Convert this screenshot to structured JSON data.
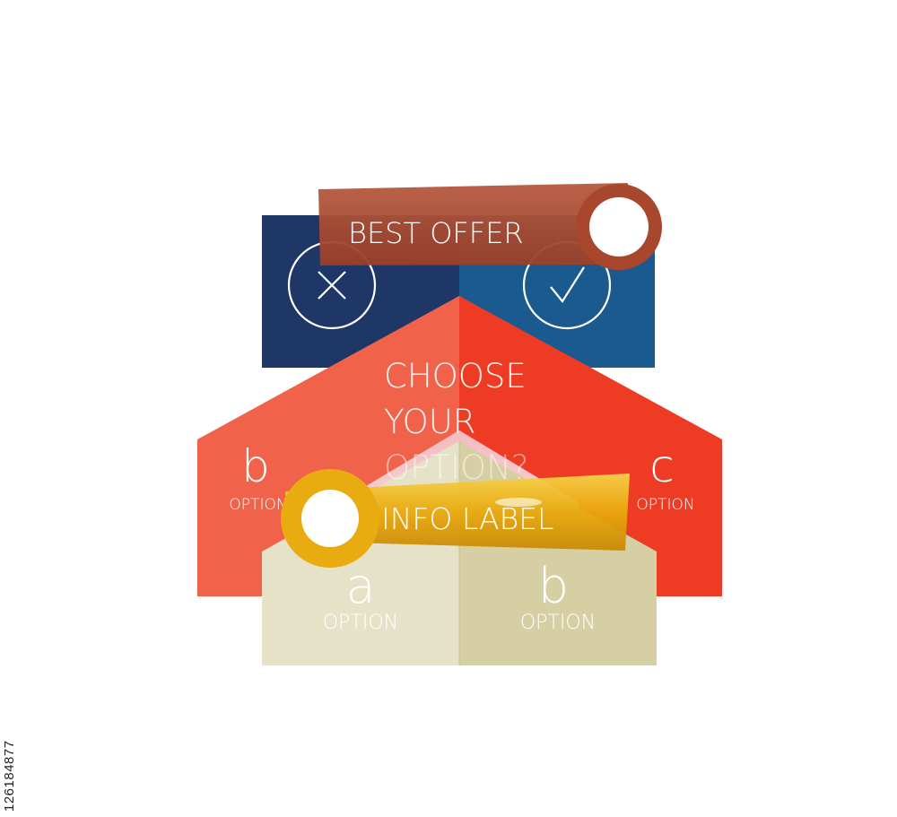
{
  "best_offer": {
    "label": "BEST OFFER"
  },
  "info_label": {
    "label": "INFO LABEL"
  },
  "center": {
    "line1": "CHOOSE",
    "line2": "YOUR",
    "line3": "OPTION?"
  },
  "options": {
    "left": {
      "letter": "b",
      "caption": "OPTION"
    },
    "right": {
      "letter": "c",
      "caption": "OPTION"
    },
    "bottom_left": {
      "letter": "a",
      "caption": "OPTION"
    },
    "bottom_right": {
      "letter": "b",
      "caption": "OPTION"
    }
  },
  "icons": {
    "left": "close-icon",
    "right": "check-icon"
  },
  "stock_id": "126184877",
  "colors": {
    "navy_dark": "#1e3766",
    "navy_light": "#1a5a8e",
    "coral": "#f0624a",
    "red": "#ee3b23",
    "beige_light": "#e6e2c8",
    "beige_dark": "#d6cfa4",
    "brown_label": "#a9472e",
    "gold_label": "#f0b010"
  }
}
